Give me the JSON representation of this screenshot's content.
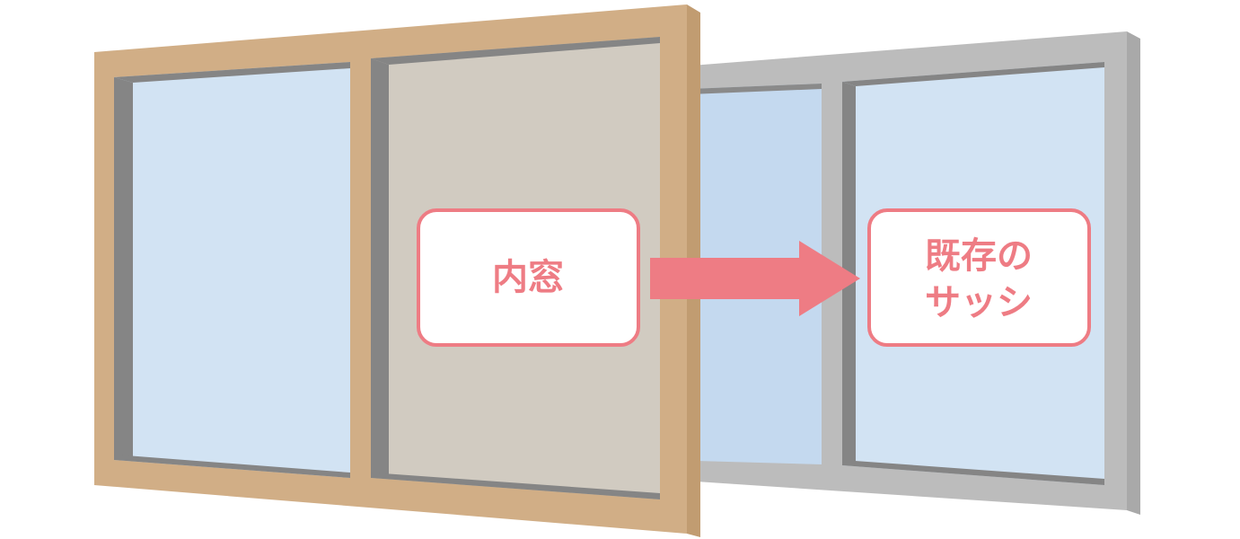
{
  "labels": {
    "inner_window": "内窓",
    "existing_sash_line1": "既存の",
    "existing_sash_line2": "サッシ"
  },
  "colors": {
    "inner_frame": "#d1ae86",
    "inner_frame_side": "#c19c71",
    "existing_frame": "#bcbcbc",
    "existing_frame_side": "#a9a9a9",
    "frame_shadow": "#858585",
    "glass": "#d2e3f3",
    "glass_deep": "#a8cbea",
    "accent": "#ee7c84"
  }
}
